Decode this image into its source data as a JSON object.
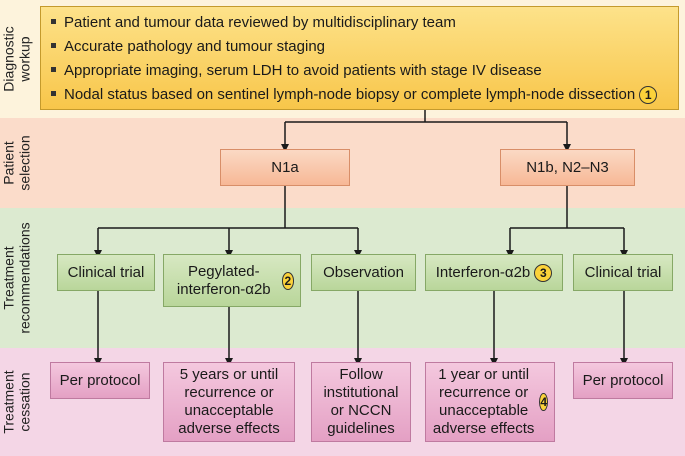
{
  "stages": {
    "diagnostic": "Diagnostic workup",
    "selection": "Patient selection",
    "recommendations": "Treatment recommendations",
    "cessation": "Treatment cessation"
  },
  "workup_items": [
    {
      "text": "Patient and tumour data reviewed by multidisciplinary team"
    },
    {
      "text": "Accurate pathology and tumour staging"
    },
    {
      "text": "Appropriate imaging, serum LDH to avoid patients with stage IV disease"
    },
    {
      "text": "Nodal status based on sentinel lymph-node biopsy or complete lymph-node dissection",
      "badge": "1"
    }
  ],
  "selection": {
    "n1a": "N1a",
    "n1b": "N1b, N2–N3"
  },
  "recommendations": [
    {
      "label": "Clinical trial",
      "badge": ""
    },
    {
      "label": "Pegylated-interferon-α2b",
      "badge": "2"
    },
    {
      "label": "Observation",
      "badge": ""
    },
    {
      "label": "Interferon-α2b",
      "badge": "3"
    },
    {
      "label": "Clinical trial",
      "badge": ""
    }
  ],
  "cessation": [
    {
      "label": "Per protocol",
      "badge": ""
    },
    {
      "label": "5 years or until recurrence or unacceptable adverse effects",
      "badge": ""
    },
    {
      "label": "Follow institutional or NCCN guidelines",
      "badge": ""
    },
    {
      "label": "1 year or until recurrence or unacceptable adverse effects",
      "badge": "4"
    },
    {
      "label": "Per protocol",
      "badge": ""
    }
  ],
  "colors": {
    "diagnostic_band": "#fdf3dc",
    "selection_band": "#fbdcca",
    "recommendations_band": "#dcead0",
    "cessation_band": "#f4d6e6"
  }
}
